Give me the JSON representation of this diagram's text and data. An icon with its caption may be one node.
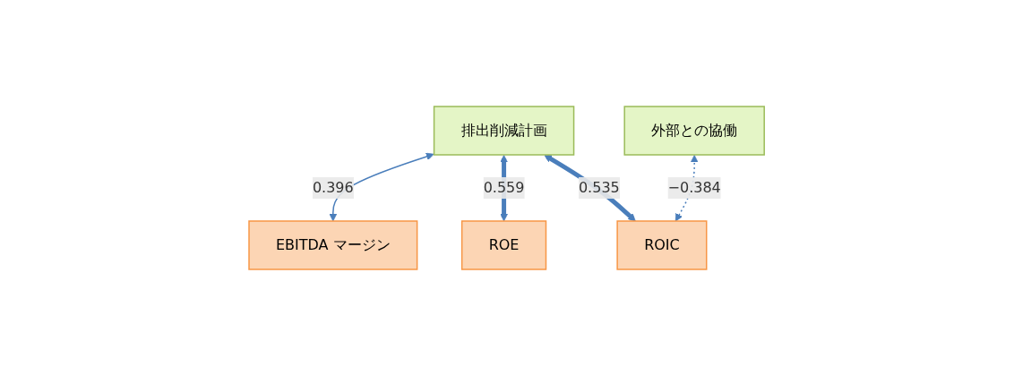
{
  "diagram": {
    "nodes": [
      {
        "text": [
          "排出削減計画"
        ]
      },
      {
        "text": [
          "外部との協働"
        ]
      },
      {
        "text": [
          "EBITDA マージン"
        ]
      },
      {
        "text": [
          "ROE"
        ]
      },
      {
        "text": [
          "ROIC"
        ]
      }
    ],
    "edges": [
      {
        "from": 0,
        "to": 2,
        "arrow": "both",
        "label": "0.396"
      },
      {
        "from": 0,
        "to": 3,
        "arrow": "both",
        "label": "0.559",
        "style": "thick"
      },
      {
        "from": 0,
        "to": 4,
        "arrow": "both",
        "label": "0.535",
        "style": "thick"
      },
      {
        "from": 1,
        "to": 4,
        "arrow": "both",
        "label": "−0.384",
        "style": "dashed"
      }
    ]
  }
}
